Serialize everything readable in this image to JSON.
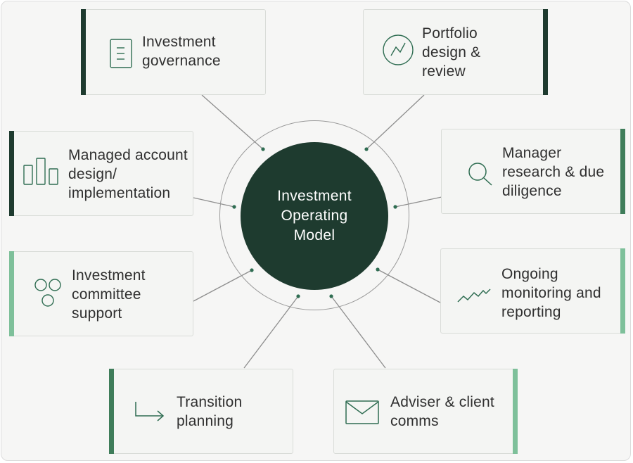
{
  "center": {
    "title": "Investment Operating Model"
  },
  "colors": {
    "dark": "#1e3b2f",
    "mid": "#3f7d5a",
    "light": "#7ec09a",
    "icon": "#2f6d52"
  },
  "nodes": [
    {
      "id": "governance",
      "label": "Investment governance",
      "icon": "document-icon"
    },
    {
      "id": "portfolio",
      "label": "Portfolio design & review",
      "icon": "trend-circle-icon"
    },
    {
      "id": "managed",
      "label": "Managed account design/ implementation",
      "icon": "bar-chart-icon"
    },
    {
      "id": "research",
      "label": "Manager research & due diligence",
      "icon": "magnifier-icon"
    },
    {
      "id": "committee",
      "label": "Investment committee support",
      "icon": "circles-icon"
    },
    {
      "id": "monitoring",
      "label": "Ongoing monitoring and reporting",
      "icon": "line-trend-icon"
    },
    {
      "id": "transition",
      "label": "Transition planning",
      "icon": "arrow-icon"
    },
    {
      "id": "adviser",
      "label": "Adviser & client comms",
      "icon": "envelope-icon"
    }
  ]
}
